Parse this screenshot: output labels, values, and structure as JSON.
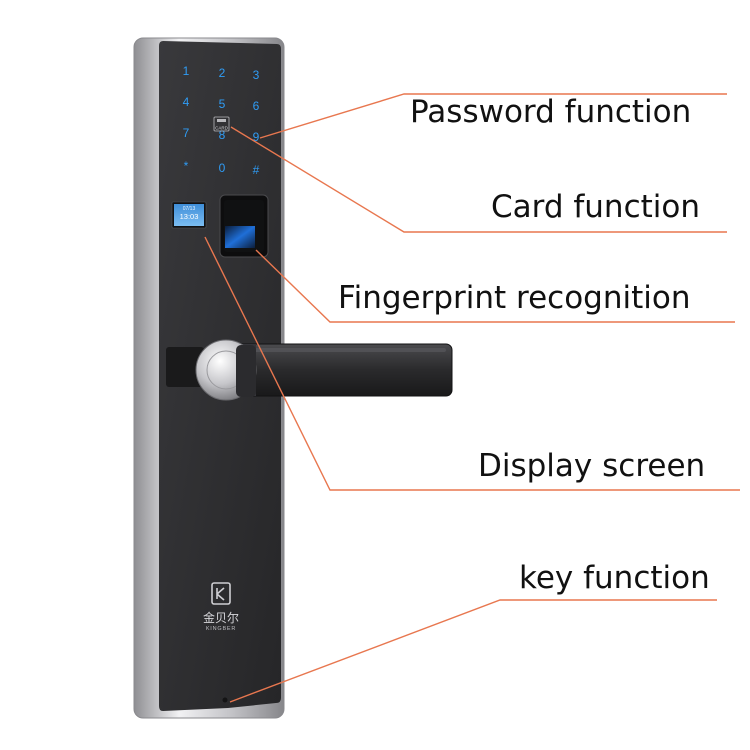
{
  "lock": {
    "keypad": [
      "1",
      "2",
      "3",
      "4",
      "5",
      "6",
      "7",
      "8",
      "9",
      "*",
      "0",
      "#"
    ],
    "card_mark": "CARD",
    "display_time": "13:03",
    "display_date": "07/13",
    "brand_cn": "金贝尔",
    "brand_en": "KINGBER"
  },
  "labels": {
    "password": "Password function",
    "card": "Card function",
    "fingerprint": "Fingerprint recognition",
    "display": "Display screen",
    "key": "key function"
  },
  "colors": {
    "leader_line": "#e8774f",
    "keypad_glow": "#2f9cf5",
    "panel": "#2e2e30",
    "frame": "#c9c9cd",
    "fingerprint_window": "#1f6fd8"
  }
}
